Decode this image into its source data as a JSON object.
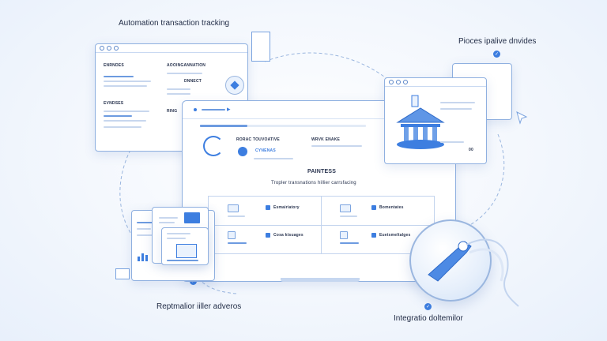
{
  "labels": {
    "top_center": "Automation transaction tracking",
    "top_right": "Pioces ipalive dnvides",
    "bottom_left": "Reptmalior iiller adveros",
    "bottom_right": "Integratio doltemilor"
  },
  "left_window": {
    "heading_a": "ENRNDES",
    "heading_b": "AOOINGANNATION",
    "heading_c": "DNNECT",
    "heading_d": "EVNDSES",
    "heading_e": "RING"
  },
  "main_window": {
    "field_a": "RORAC TOUVOATIVE",
    "field_b": "WRVK ENAKE",
    "field_c": "CYNENAS",
    "section_title": "PAINTESS",
    "subtitle": "Tropler transnations hillier carrsfacing",
    "cells": [
      {
        "label": "Esmairiatory"
      },
      {
        "label": "Bomentates"
      },
      {
        "label": "Cosa ktsuages"
      },
      {
        "label": "Euetsmeltalges"
      }
    ]
  },
  "right_window": {
    "badge": "00"
  },
  "icons": [
    "bank-icon",
    "wrench-icon",
    "check-icon",
    "gauge-icon",
    "envelope-icon",
    "bar-chart-icon",
    "folder-icon",
    "user-icon",
    "cursor-arrow-icon"
  ],
  "colors": {
    "accent": "#3d7ee0",
    "border": "#8fb0e0",
    "light": "#e6effb"
  }
}
